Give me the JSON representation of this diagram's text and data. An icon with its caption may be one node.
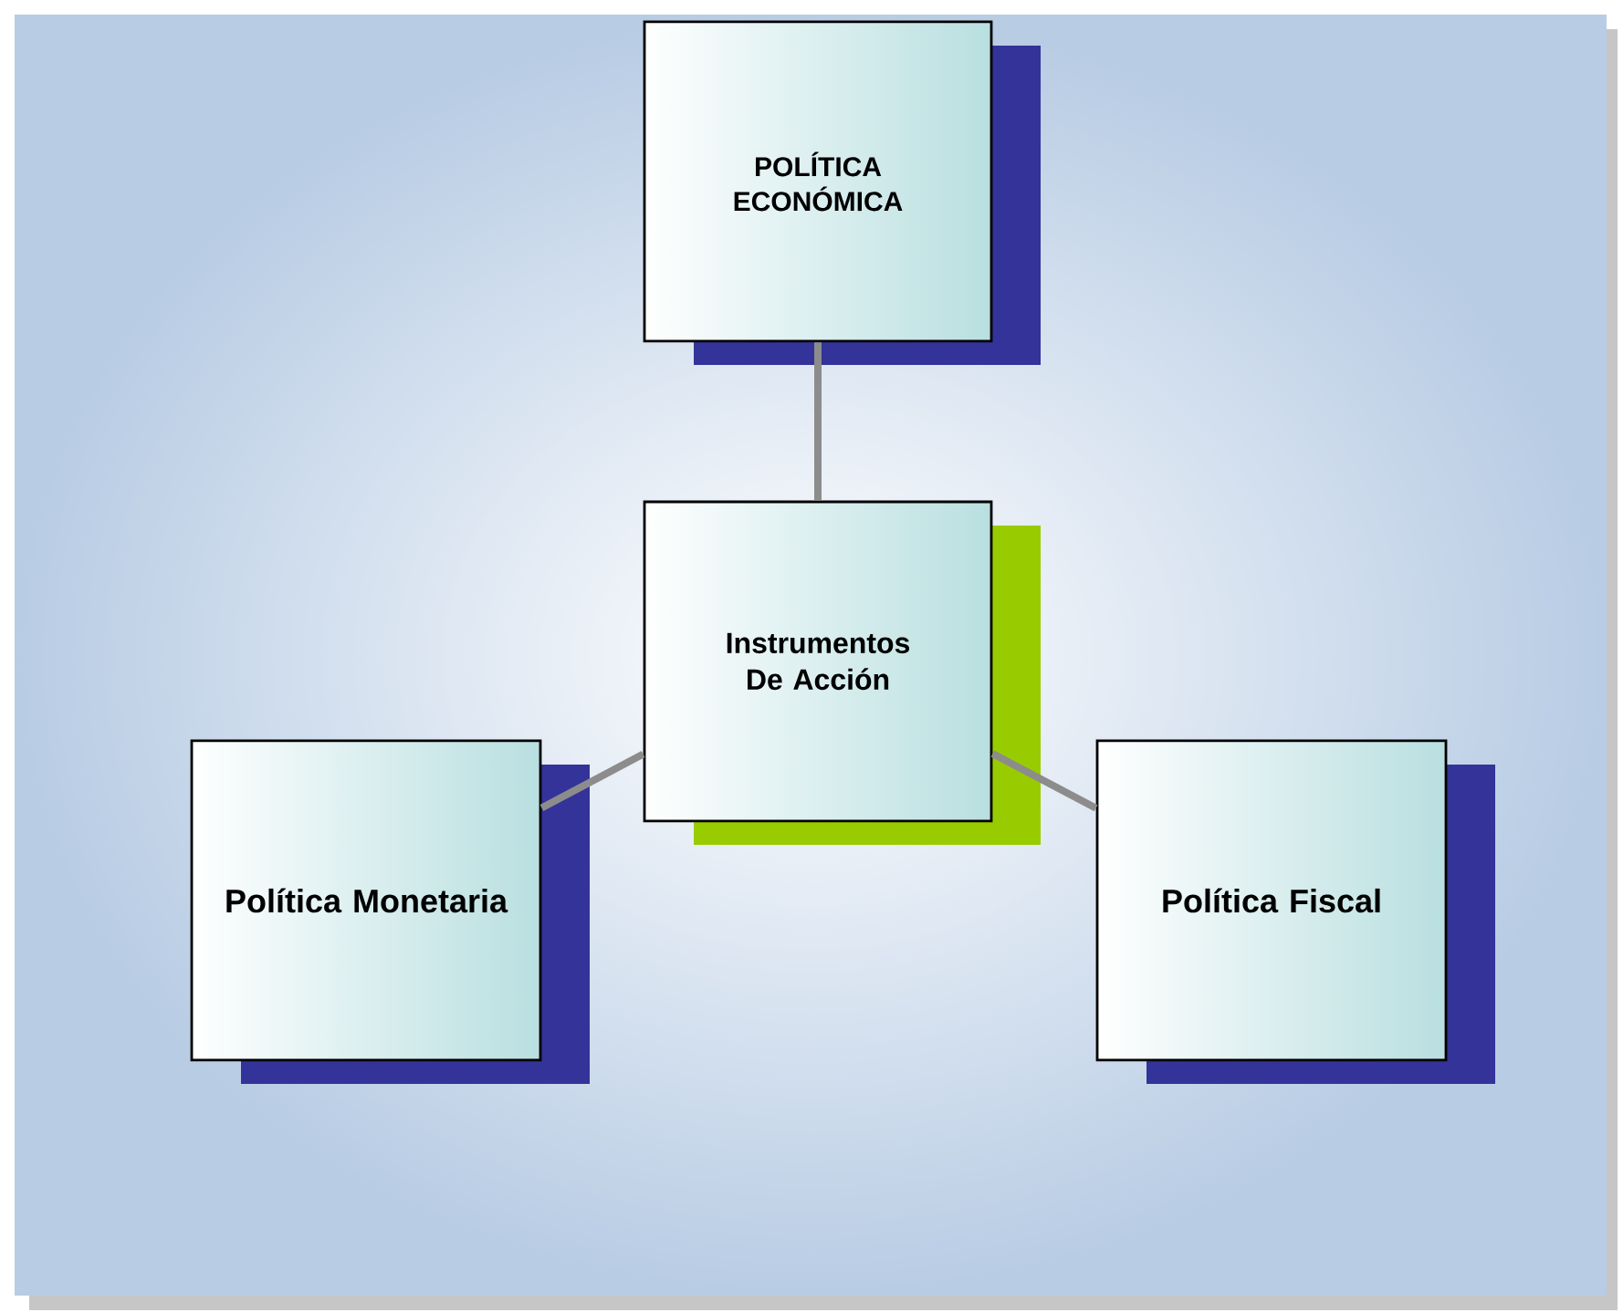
{
  "diagram": {
    "nodes": [
      {
        "text": [
          "POLÍTICA ECONÓMICA"
        ]
      },
      {
        "text": [
          "Instrumentos De Acción"
        ]
      },
      {
        "text": [
          "Política Monetaria"
        ]
      },
      {
        "text": [
          "Política Fiscal"
        ]
      }
    ],
    "edges": [
      {
        "from": 0,
        "to": 1,
        "arrow": "none"
      },
      {
        "from": 1,
        "to": 2,
        "arrow": "none"
      },
      {
        "from": 1,
        "to": 3,
        "arrow": "none"
      }
    ]
  }
}
